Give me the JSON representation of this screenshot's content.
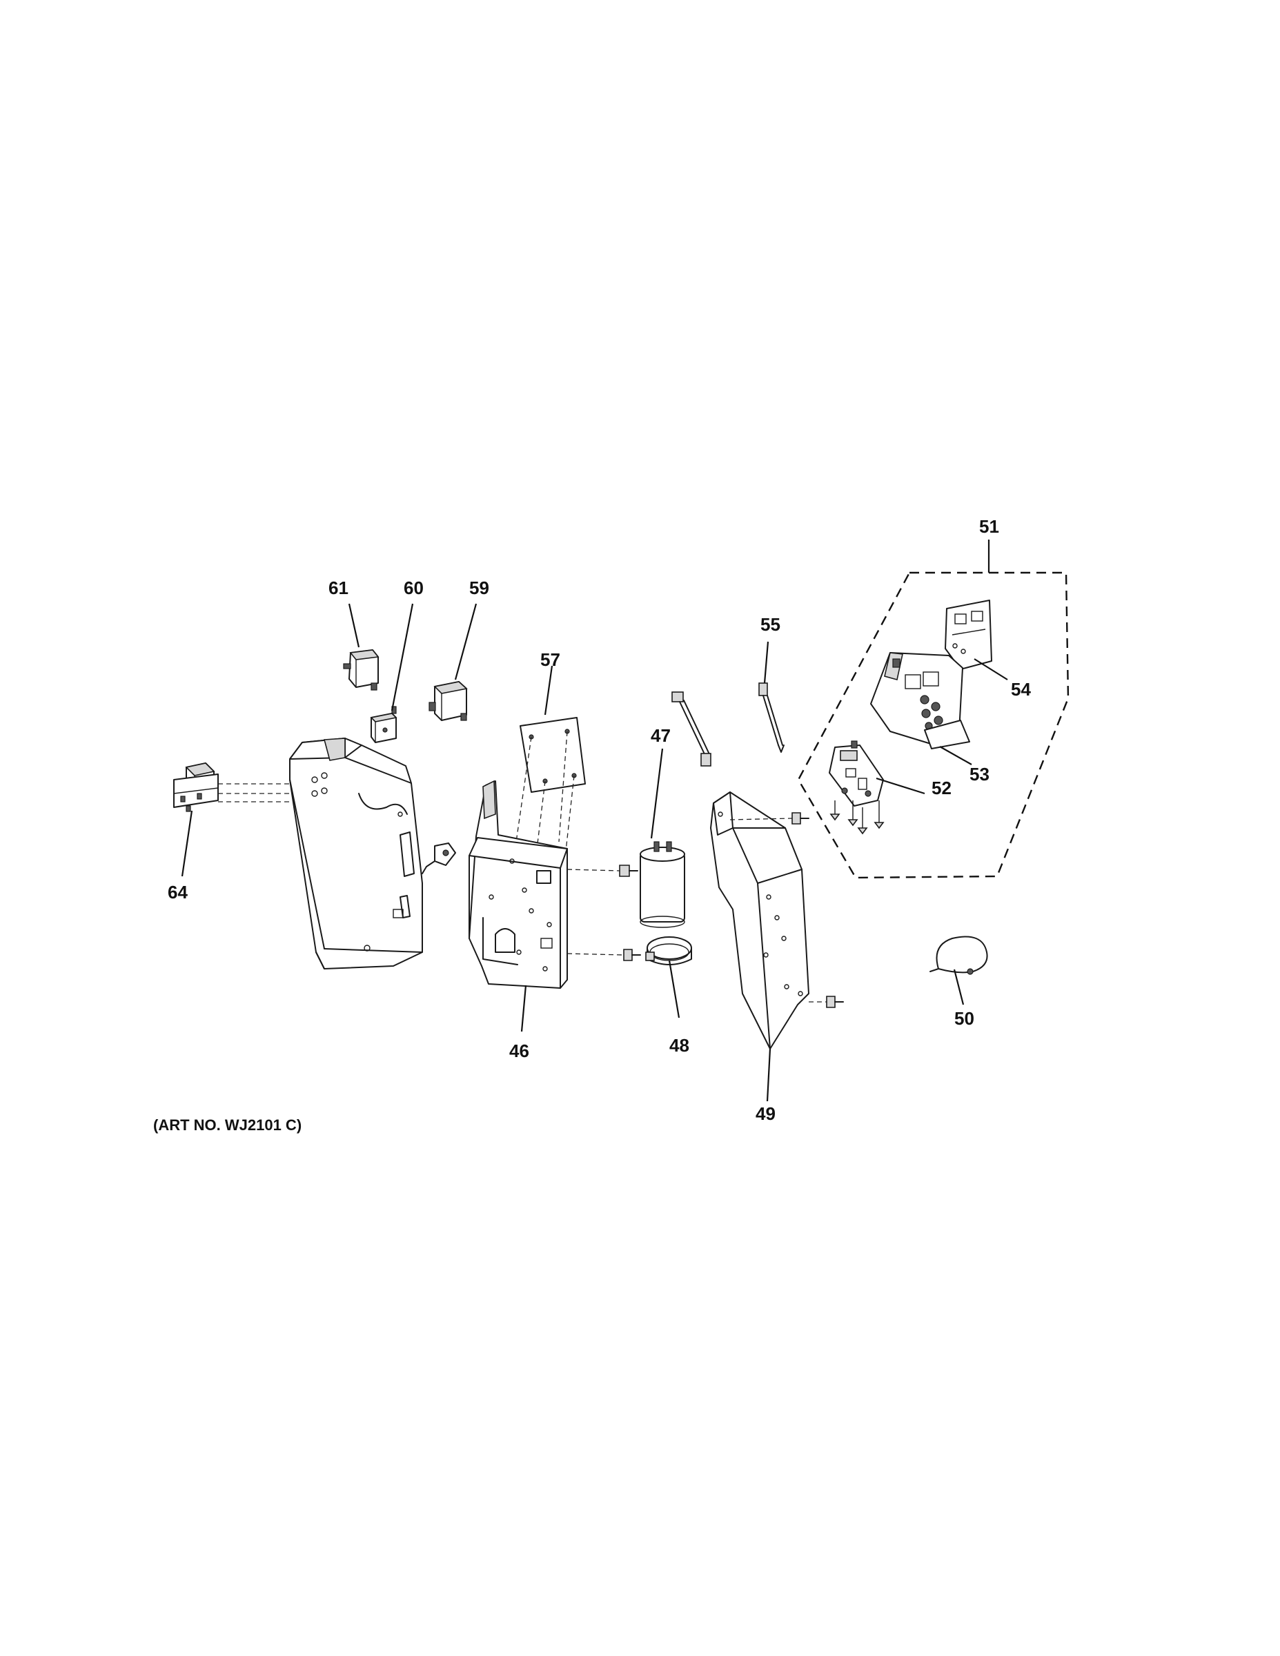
{
  "callouts": [
    {
      "id": "c51",
      "text": "51"
    },
    {
      "id": "c61",
      "text": "61"
    },
    {
      "id": "c60",
      "text": "60"
    },
    {
      "id": "c59",
      "text": "59"
    },
    {
      "id": "c55",
      "text": "55"
    },
    {
      "id": "c57",
      "text": "57"
    },
    {
      "id": "c54",
      "text": "54"
    },
    {
      "id": "c47",
      "text": "47"
    },
    {
      "id": "c53",
      "text": "53"
    },
    {
      "id": "c52",
      "text": "52"
    },
    {
      "id": "c64",
      "text": "64"
    },
    {
      "id": "c50",
      "text": "50"
    },
    {
      "id": "c46",
      "text": "46"
    },
    {
      "id": "c48",
      "text": "48"
    },
    {
      "id": "c49",
      "text": "49"
    }
  ],
  "art_number": "(ART NO. WJ2101 C)"
}
